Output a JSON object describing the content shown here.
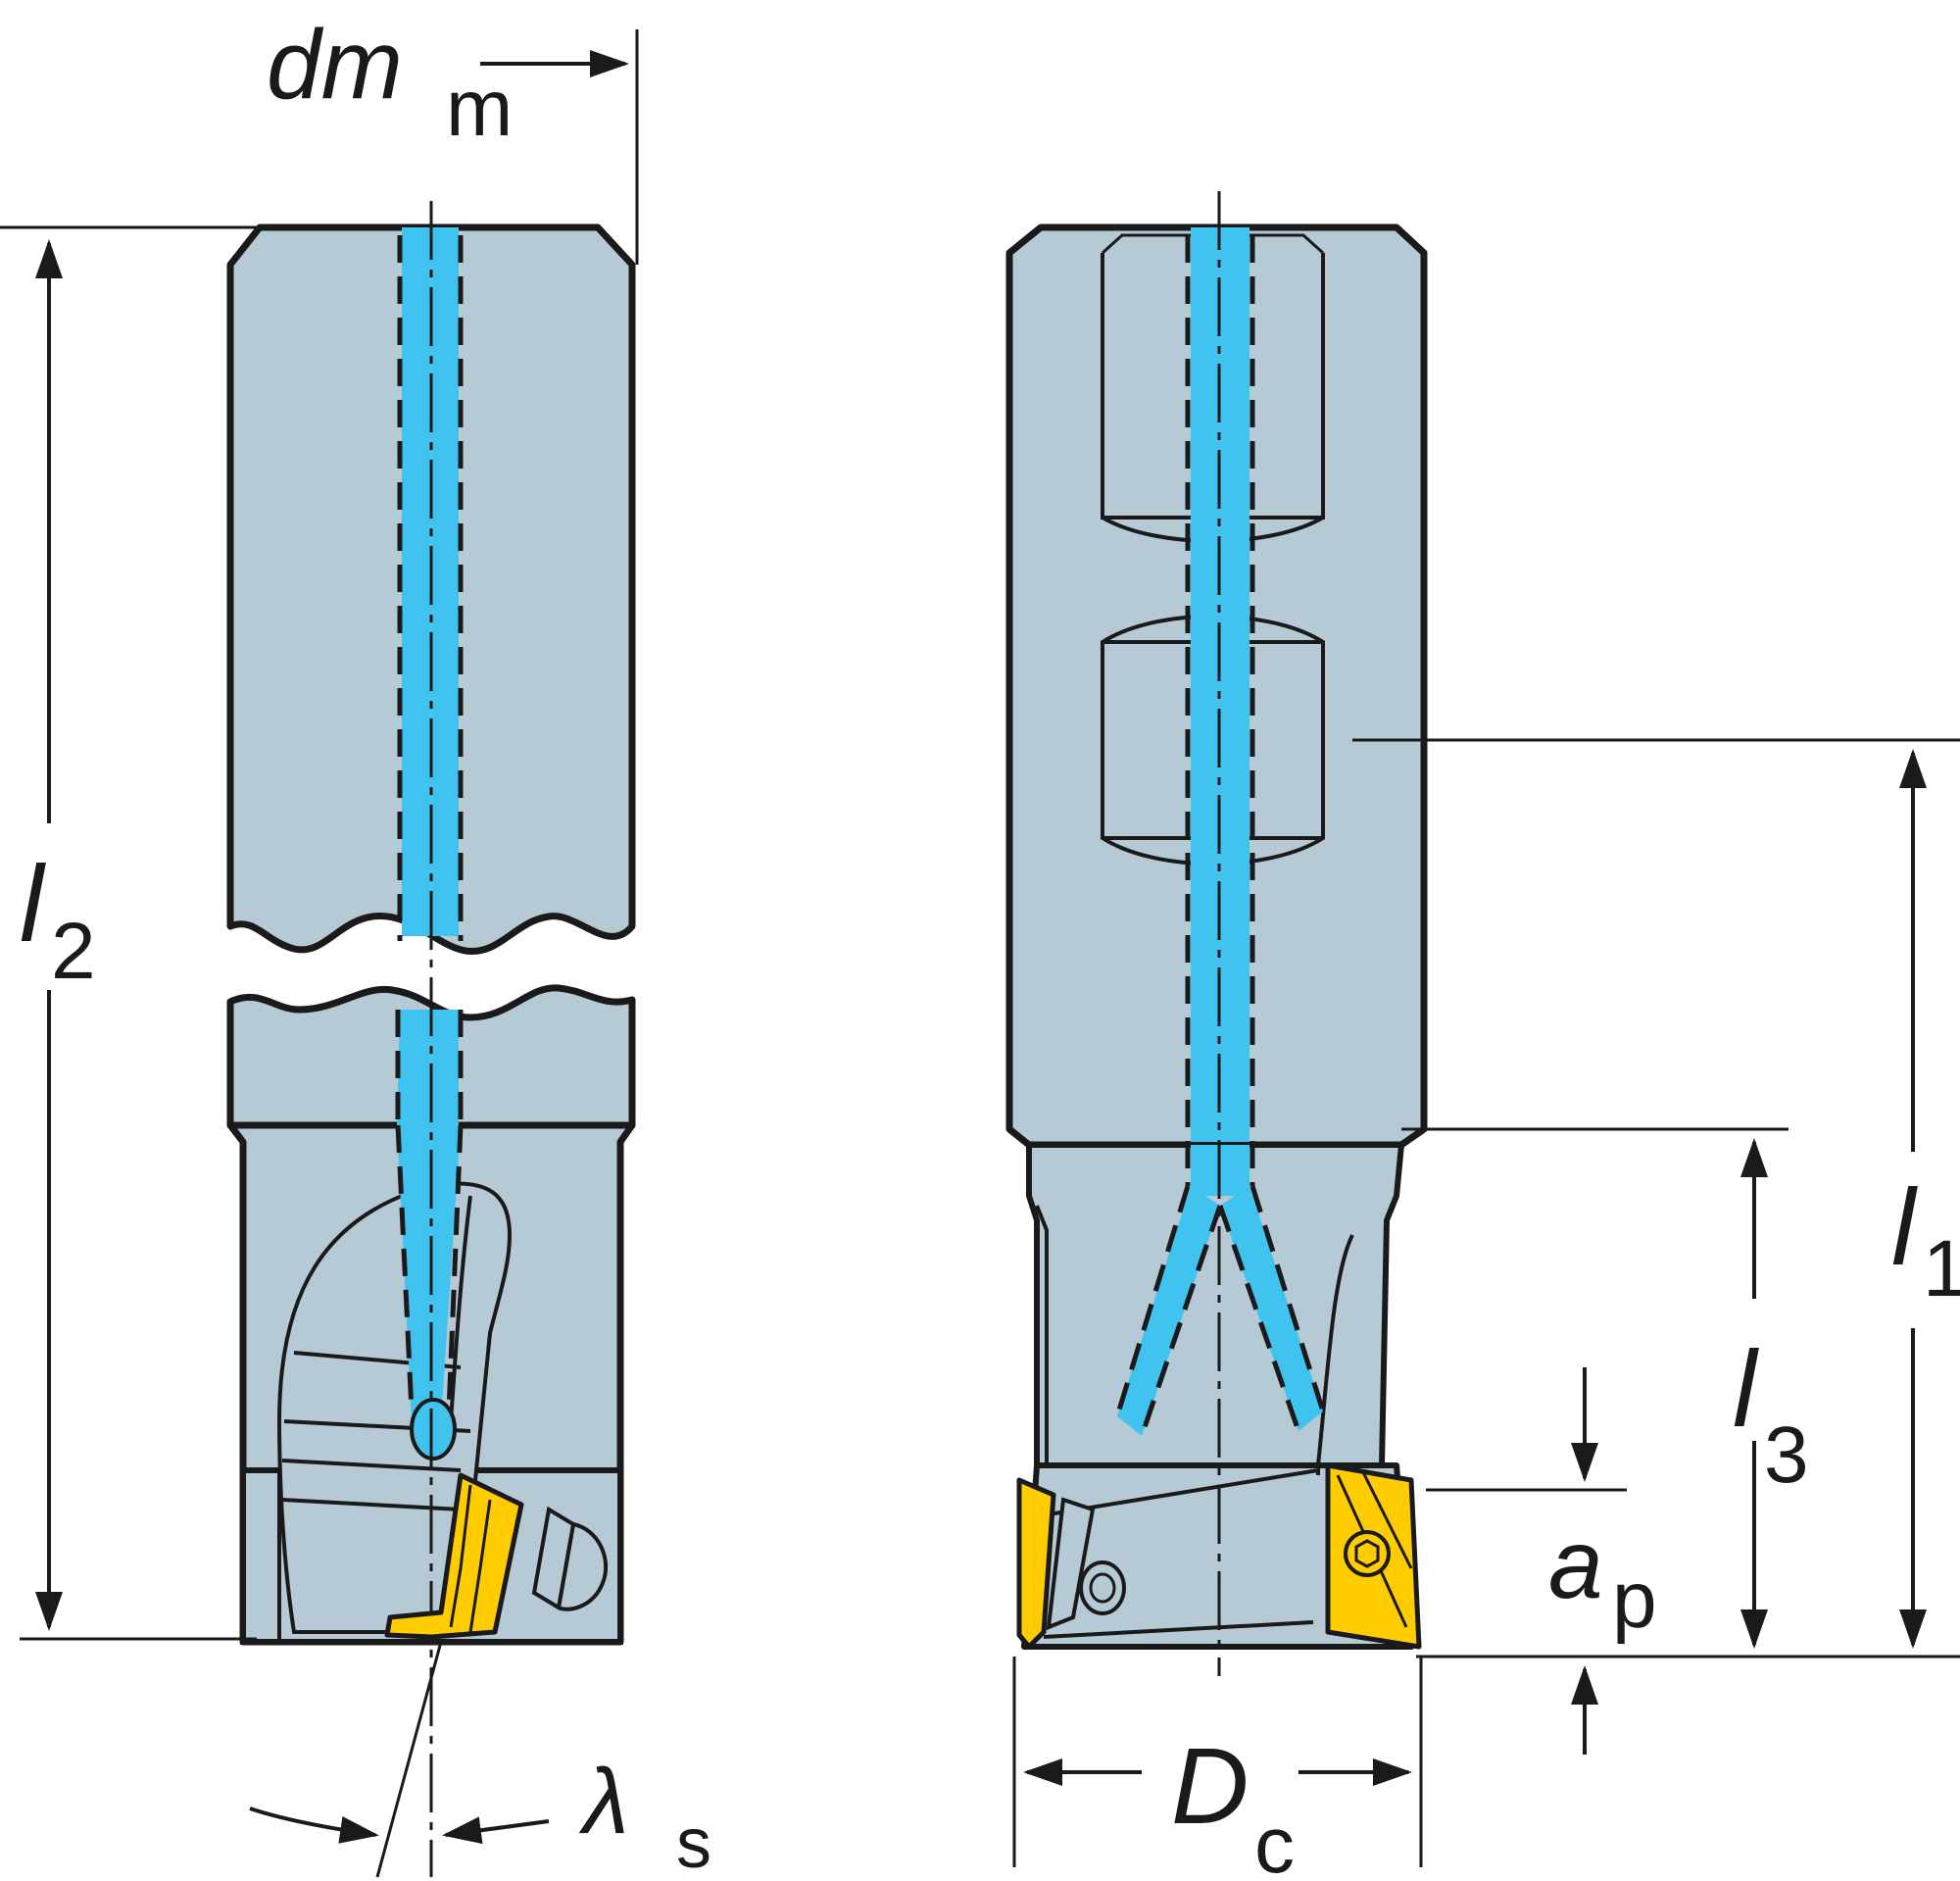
{
  "labels": {
    "dm_main": "dm",
    "dm_sub": "m",
    "l2_main": "l",
    "l2_sub": "2",
    "l1_main": "l",
    "l1_sub": "1",
    "l3_main": "l",
    "l3_sub": "3",
    "ap_main": "a",
    "ap_sub": "p",
    "dc_main": "D",
    "dc_sub": "c",
    "lambda_main": "λ",
    "lambda_sub": "s"
  },
  "colors": {
    "body": "#b6cad6",
    "coolant": "#40c4ef",
    "insert": "#ffcc00",
    "outline": "#1a1a1a"
  }
}
